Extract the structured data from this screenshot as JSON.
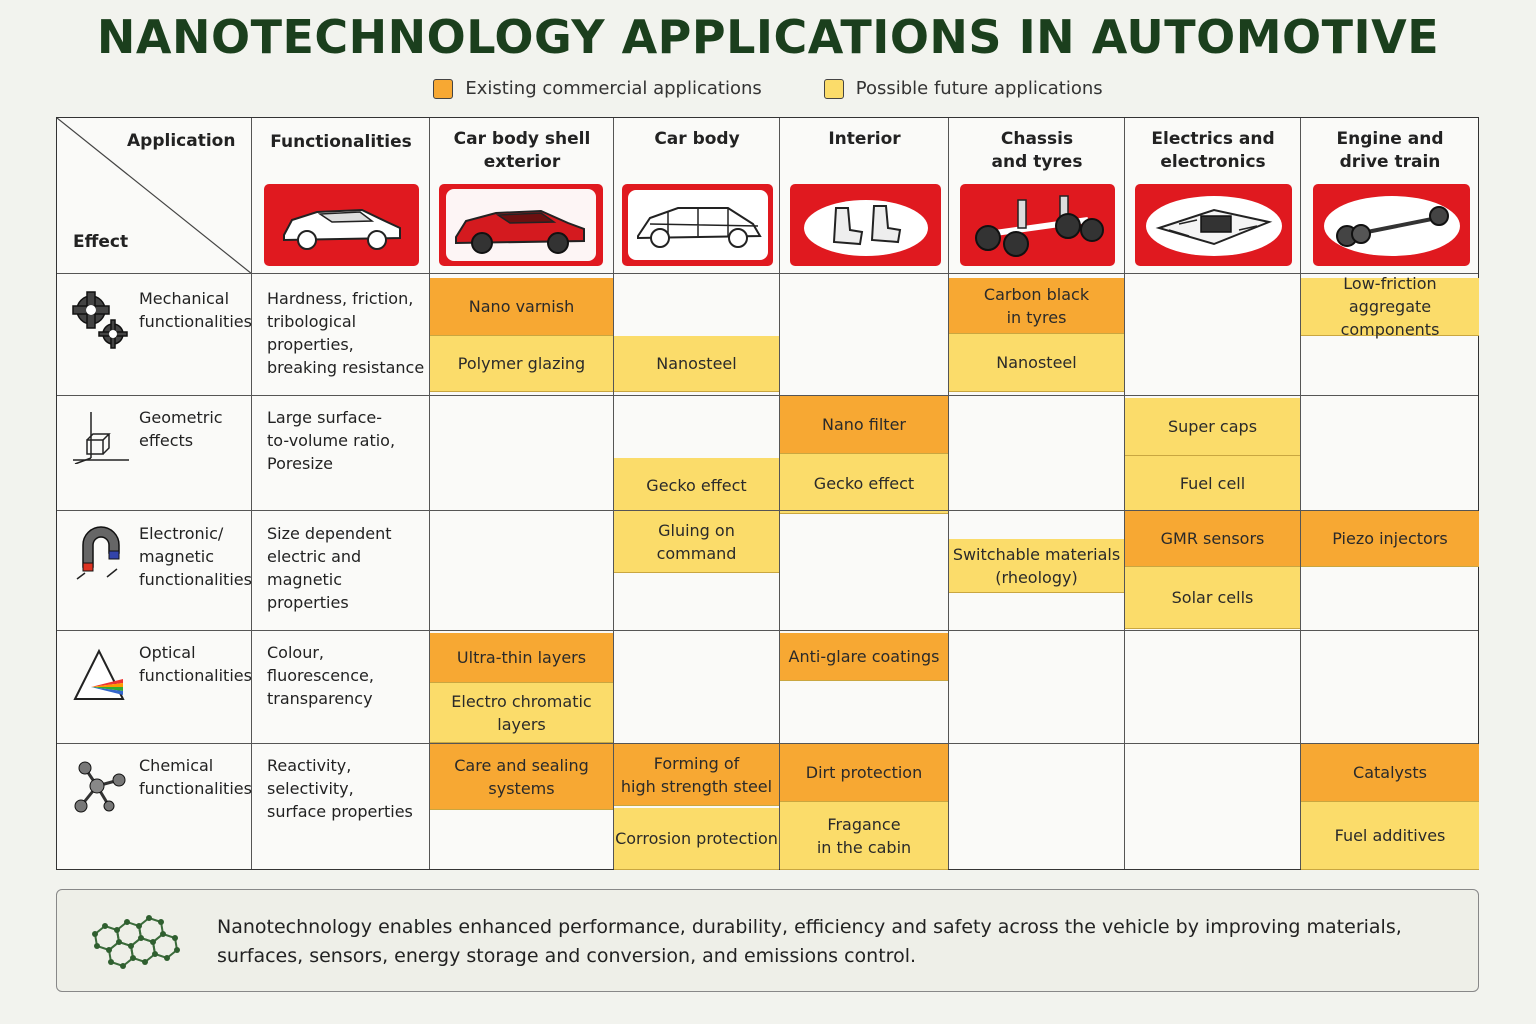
{
  "title": "NANOTECHNOLOGY APPLICATIONS IN AUTOMOTIVE",
  "legend": [
    {
      "label": "Existing commercial applications",
      "color": "#f7a833"
    },
    {
      "label": "Possible future applications",
      "color": "#fbdc6a"
    }
  ],
  "corner": {
    "application": "Application",
    "effect": "Effect"
  },
  "header": {
    "functionalities": "Functionalities"
  },
  "columns": [
    {
      "name": "Car body shell exterior",
      "line1": "Car body shell",
      "line2": "exterior",
      "image": "red-sedan-icon"
    },
    {
      "name": "Car body",
      "line1": "Car body",
      "line2": "",
      "image": "car-frame-icon"
    },
    {
      "name": "Interior",
      "line1": "Interior",
      "line2": "",
      "image": "car-seats-icon"
    },
    {
      "name": "Chassis and tyres",
      "line1": "Chassis",
      "line2": "and tyres",
      "image": "chassis-icon"
    },
    {
      "name": "Electrics and electronics",
      "line1": "Electrics and",
      "line2": "electronics",
      "image": "circuit-board-icon"
    },
    {
      "name": "Engine and drive train",
      "line1": "Engine and",
      "line2": "drive train",
      "image": "drive-train-icon"
    }
  ],
  "rows": [
    {
      "effect": [
        "Mechanical",
        "functionalities"
      ],
      "icon": "gears-icon",
      "functionality": [
        "Hardness, friction,",
        "tribological",
        "properties,",
        "breaking resistance"
      ]
    },
    {
      "effect": [
        "Geometric",
        "effects"
      ],
      "icon": "cube-axes-icon",
      "functionality": [
        "Large surface-",
        "to-volume ratio,",
        "Poresize"
      ]
    },
    {
      "effect": [
        "Electronic/",
        "magnetic",
        "functionalities"
      ],
      "icon": "magnet-icon",
      "functionality": [
        "Size dependent",
        "electric and",
        "magnetic",
        "properties"
      ]
    },
    {
      "effect": [
        "Optical",
        "functionalities"
      ],
      "icon": "prism-icon",
      "functionality": [
        "Colour,",
        "fluorescence,",
        "transparency"
      ]
    },
    {
      "effect": [
        "Chemical",
        "functionalities"
      ],
      "icon": "molecule-icon",
      "functionality": [
        "Reactivity,",
        "selectivity,",
        "surface properties"
      ]
    }
  ],
  "cells": [
    {
      "row": 0,
      "col": 0,
      "label": "Nano varnish",
      "status": "existing"
    },
    {
      "row": 0,
      "col": 0,
      "label": "Polymer glazing",
      "status": "future"
    },
    {
      "row": 0,
      "col": 1,
      "label": "Nanosteel",
      "status": "future"
    },
    {
      "row": 0,
      "col": 3,
      "label": "Carbon black in tyres",
      "status": "existing"
    },
    {
      "row": 0,
      "col": 3,
      "label": "Nanosteel",
      "status": "future"
    },
    {
      "row": 0,
      "col": 5,
      "label": "Low-friction aggregate components",
      "status": "future"
    },
    {
      "row": 1,
      "col": 2,
      "label": "Nano filter",
      "status": "existing"
    },
    {
      "row": 1,
      "col": 1,
      "label": "Gecko effect",
      "status": "future"
    },
    {
      "row": 1,
      "col": 2,
      "label": "Gecko effect",
      "status": "future"
    },
    {
      "row": 1,
      "col": 4,
      "label": "Super caps",
      "status": "future"
    },
    {
      "row": 1,
      "col": 4,
      "label": "Fuel cell",
      "status": "future"
    },
    {
      "row": 2,
      "col": 1,
      "label": "Gluing on command",
      "status": "future"
    },
    {
      "row": 2,
      "col": 3,
      "label": "Switchable materials (rheology)",
      "status": "future"
    },
    {
      "row": 2,
      "col": 4,
      "label": "GMR sensors",
      "status": "existing"
    },
    {
      "row": 2,
      "col": 4,
      "label": "Solar cells",
      "status": "future"
    },
    {
      "row": 2,
      "col": 5,
      "label": "Piezo injectors",
      "status": "existing"
    },
    {
      "row": 3,
      "col": 0,
      "label": "Ultra-thin layers",
      "status": "existing"
    },
    {
      "row": 3,
      "col": 0,
      "label": "Electro chromatic layers",
      "status": "future"
    },
    {
      "row": 3,
      "col": 2,
      "label": "Anti-glare coatings",
      "status": "existing"
    },
    {
      "row": 4,
      "col": 0,
      "label": "Care and sealing systems",
      "status": "existing"
    },
    {
      "row": 4,
      "col": 1,
      "label": "Forming of high strength steel",
      "status": "existing"
    },
    {
      "row": 4,
      "col": 1,
      "label": "Corrosion protection",
      "status": "future"
    },
    {
      "row": 4,
      "col": 2,
      "label": "Dirt protection",
      "status": "existing"
    },
    {
      "row": 4,
      "col": 2,
      "label": "Fragance in the cabin",
      "status": "future"
    },
    {
      "row": 4,
      "col": 5,
      "label": "Catalysts",
      "status": "existing"
    },
    {
      "row": 4,
      "col": 5,
      "label": "Fuel additives",
      "status": "future"
    }
  ],
  "cell_text": {
    "c0": [
      "Nano varnish"
    ],
    "c1": [
      "Polymer glazing"
    ],
    "c2": [
      "Nanosteel"
    ],
    "c3": [
      "Carbon black",
      "in tyres"
    ],
    "c4": [
      "Nanosteel"
    ],
    "c5": [
      "Low-friction aggregate",
      "components"
    ],
    "c6": [
      "Nano filter"
    ],
    "c7": [
      "Gecko effect"
    ],
    "c8": [
      "Gecko effect"
    ],
    "c9": [
      "Super caps"
    ],
    "c10": [
      "Fuel cell"
    ],
    "c11": [
      "Gluing on",
      "command"
    ],
    "c12": [
      "Switchable materials",
      "(rheology)"
    ],
    "c13": [
      "GMR sensors"
    ],
    "c14": [
      "Solar cells"
    ],
    "c15": [
      "Piezo injectors"
    ],
    "c16": [
      "Ultra-thin layers"
    ],
    "c17": [
      "Electro chromatic",
      "layers"
    ],
    "c18": [
      "Anti-glare coatings"
    ],
    "c19": [
      "Care and sealing",
      "systems"
    ],
    "c20": [
      "Forming of",
      "high strength steel"
    ],
    "c21": [
      "Corrosion protection"
    ],
    "c22": [
      "Dirt protection"
    ],
    "c23": [
      "Fragance",
      "in the cabin"
    ],
    "c24": [
      "Catalysts"
    ],
    "c25": [
      "Fuel additives"
    ]
  },
  "colors": {
    "existing": "#f7a833",
    "future": "#fbdc6a",
    "header_image_bg": "#e0191f",
    "title": "#1b3f1d"
  },
  "footer": {
    "line1": "Nanotechnology enables enhanced performance, durability, efficiency and safety across the vehicle by improving materials,",
    "line2": "surfaces, sensors, energy storage and conversion, and emissions control.",
    "icon": "graphene-lattice-icon"
  }
}
